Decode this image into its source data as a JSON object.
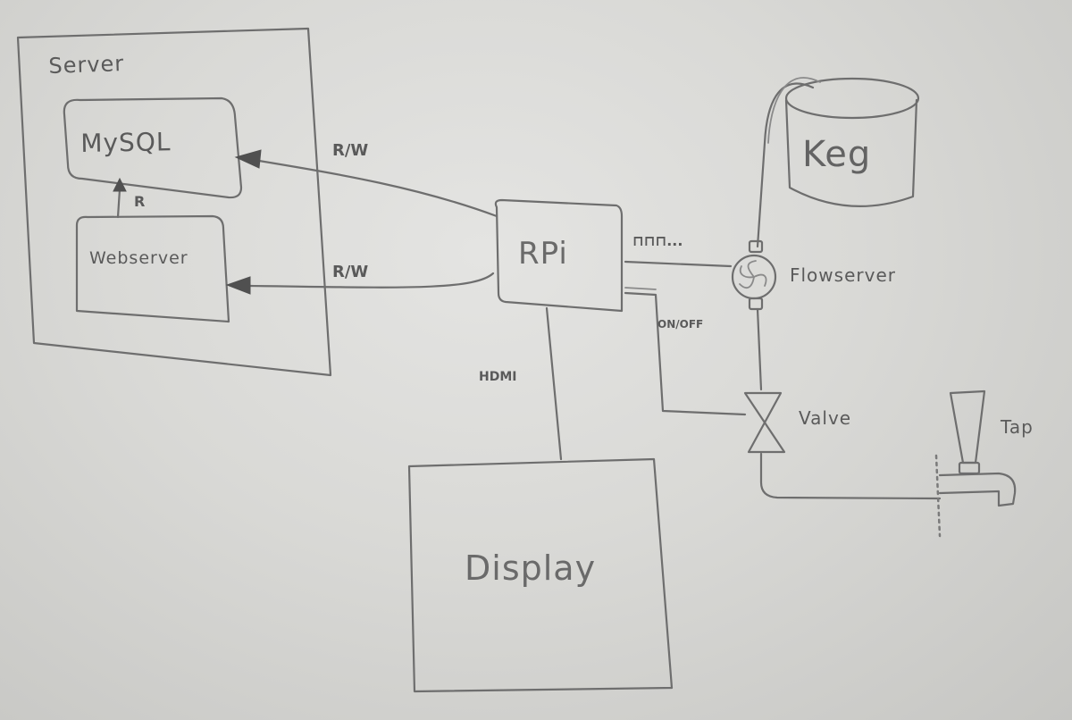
{
  "nodes": {
    "server": "Server",
    "mysql": "MySQL",
    "webserver": "Webserver",
    "rpi": "RPi",
    "display": "Display",
    "keg": "Keg",
    "flowsensor": "Flowserver",
    "valve": "Valve",
    "tap": "Tap"
  },
  "edges": {
    "web_to_mysql": "R",
    "rpi_to_mysql": "R/W",
    "rpi_to_webserver": "R/W",
    "rpi_to_flowsensor": "⊓⊓⊓...",
    "rpi_to_valve": "ON/OFF",
    "rpi_to_display": "HDMI"
  }
}
